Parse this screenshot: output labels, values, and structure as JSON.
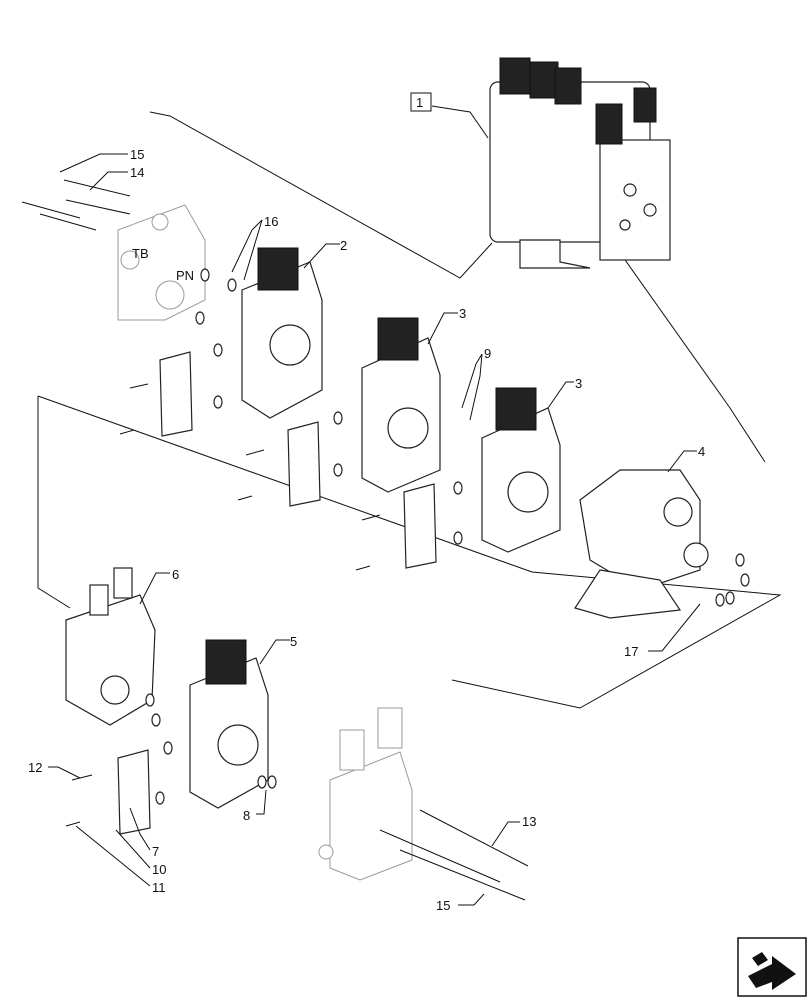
{
  "diagram": {
    "callouts": [
      "1",
      "2",
      "3",
      "3",
      "4",
      "5",
      "6",
      "7",
      "8",
      "9",
      "10",
      "11",
      "12",
      "13",
      "14",
      "15",
      "15",
      "16",
      "17"
    ],
    "ghost_block_text": [
      "TB",
      "PN"
    ],
    "nav_icon": "next-page-arrow-icon"
  }
}
